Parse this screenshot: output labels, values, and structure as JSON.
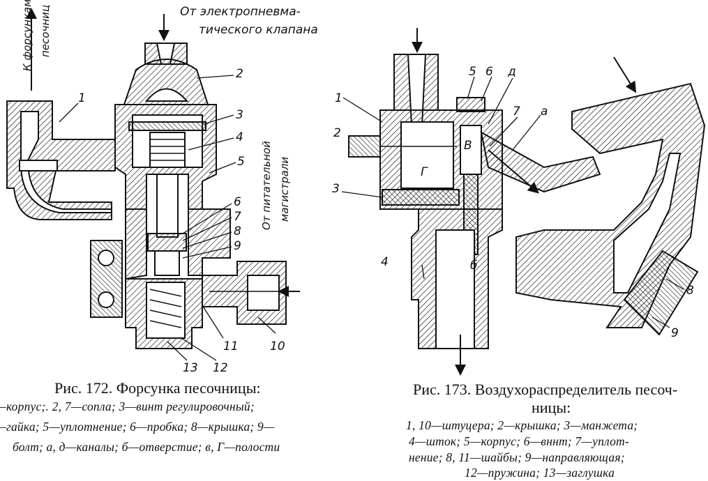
{
  "fig172": {
    "annotations": {
      "from_valve_1": "От электропневма-",
      "from_valve_2": "тического клапана",
      "to_nozzles_1": "К форсункам",
      "to_nozzles_2": "песочниц",
      "from_main_1": "От питательной",
      "from_main_2": "магистрали"
    },
    "callouts": [
      "1",
      "2",
      "3",
      "4",
      "5",
      "6",
      "7",
      "8",
      "9",
      "10",
      "11",
      "12",
      "13"
    ],
    "caption": {
      "title": "Рис. 172. Форсунка песочницы:",
      "lines": [
        "–корпус;. 2, 7—сопла; 3—винт регулировочный;",
        "–гайка; 5—уплотнение; 6—пробка; 8—крышка; 9—",
        "болт; а, д—каналы; б—отверстие; в, Г—полости"
      ]
    }
  },
  "fig173": {
    "callouts": [
      "1",
      "2",
      "3",
      "4",
      "5",
      "6",
      "д",
      "7",
      "а",
      "В",
      "Г",
      "б",
      "8",
      "9"
    ],
    "caption": {
      "title_1": "Рис. 173. Воздухораспределитель песоч-",
      "title_2": "ницы:",
      "lines": [
        "1, 10—штуцера; 2—крышка; 3—манжета;",
        "4—шток; 5—корпус; 6—вннт; 7—уплот-",
        "нение; 8, 11—шайбы; 9—направляющая;",
        "12—пружина; 13—заглушка"
      ]
    }
  }
}
